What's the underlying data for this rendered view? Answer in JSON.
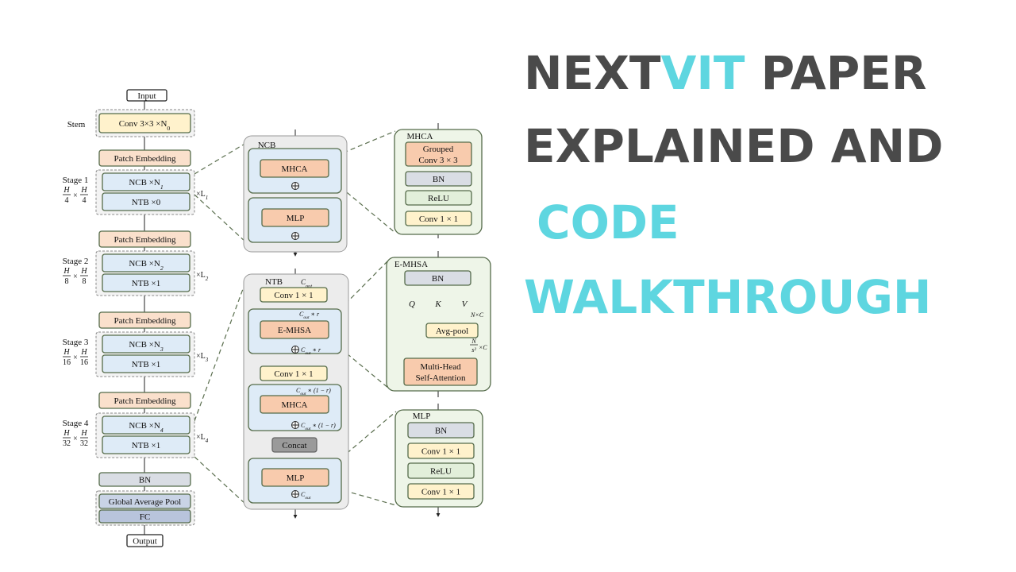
{
  "title": {
    "line1_a": "NEXT",
    "line1_b": "VIT",
    "line1_c": " PAPER",
    "line2": "EXPLAINED AND",
    "line3": "CODE",
    "line4": "WALKTHROUGH"
  },
  "colors": {
    "title_dark": "#4a4a4a",
    "title_accent": "#5ed6e0",
    "box_orange": "#f8cbad",
    "box_yellow": "#fff2cc",
    "box_green": "#e2efda",
    "box_blue": "#deebf7",
    "box_gray": "#d9dde4",
    "panel_green": "#eef5e8",
    "panel_gray": "#ececec",
    "concat_gray": "#9a9a9a"
  },
  "diagram": {
    "backbone": {
      "input": "Input",
      "stem_label": "Stem",
      "stem_conv": "Conv 3×3 ×N",
      "stem_conv_sub": "0",
      "patch_embedding": "Patch Embedding",
      "stages": [
        {
          "label": "Stage 1",
          "num": "H",
          "den_a": "4",
          "den_b": "4",
          "ncb": "NCB ×N",
          "ncb_sub": "1",
          "ntb": "NTB ×0",
          "repeat": "×L",
          "repeat_sub": "1"
        },
        {
          "label": "Stage 2",
          "num": "H",
          "den_a": "8",
          "den_b": "8",
          "ncb": "NCB ×N",
          "ncb_sub": "2",
          "ntb": "NTB ×1",
          "repeat": "×L",
          "repeat_sub": "2"
        },
        {
          "label": "Stage 3",
          "num": "H",
          "den_a": "16",
          "den_b": "16",
          "ncb": "NCB ×N",
          "ncb_sub": "3",
          "ntb": "NTB ×1",
          "repeat": "×L",
          "repeat_sub": "3"
        },
        {
          "label": "Stage 4",
          "num": "H",
          "den_a": "32",
          "den_b": "32",
          "ncb": "NCB ×N",
          "ncb_sub": "4",
          "ntb": "NTB ×1",
          "repeat": "×L",
          "repeat_sub": "4"
        }
      ],
      "bn": "BN",
      "gap": "Global Average Pool",
      "fc": "FC",
      "output": "Output"
    },
    "ncb": {
      "label": "NCB",
      "mhca": "MHCA",
      "mlp": "MLP"
    },
    "ntb": {
      "label": "NTB",
      "cout": "C",
      "cout_sub": "out",
      "conv1": "Conv 1 × 1",
      "emhsa": "E-MHSA",
      "c_r": "C",
      "c_r_sub": "out",
      "c_r_tail": " ∗ r",
      "conv2": "Conv 1 × 1",
      "c_1r_tail": " ∗ (1 − r)",
      "mhca": "MHCA",
      "concat": "Concat",
      "mlp": "MLP"
    },
    "mhca_panel": {
      "label": "MHCA",
      "grouped1": "Grouped",
      "grouped2": "Conv 3 × 3",
      "bn": "BN",
      "relu": "ReLU",
      "conv": "Conv 1 × 1"
    },
    "emhsa_panel": {
      "label": "E-MHSA",
      "bn": "BN",
      "q": "Q",
      "k": "K",
      "v": "V",
      "nxc": "N×C",
      "avgpool": "Avg-pool",
      "ns2_num": "N",
      "ns2_den": "s²",
      "ns2_tail": "×C",
      "mh1": "Multi-Head",
      "mh2": "Self-Attention"
    },
    "mlp_panel": {
      "label": "MLP",
      "bn": "BN",
      "conv1": "Conv 1 × 1",
      "relu": "ReLU",
      "conv2": "Conv 1 × 1"
    }
  }
}
